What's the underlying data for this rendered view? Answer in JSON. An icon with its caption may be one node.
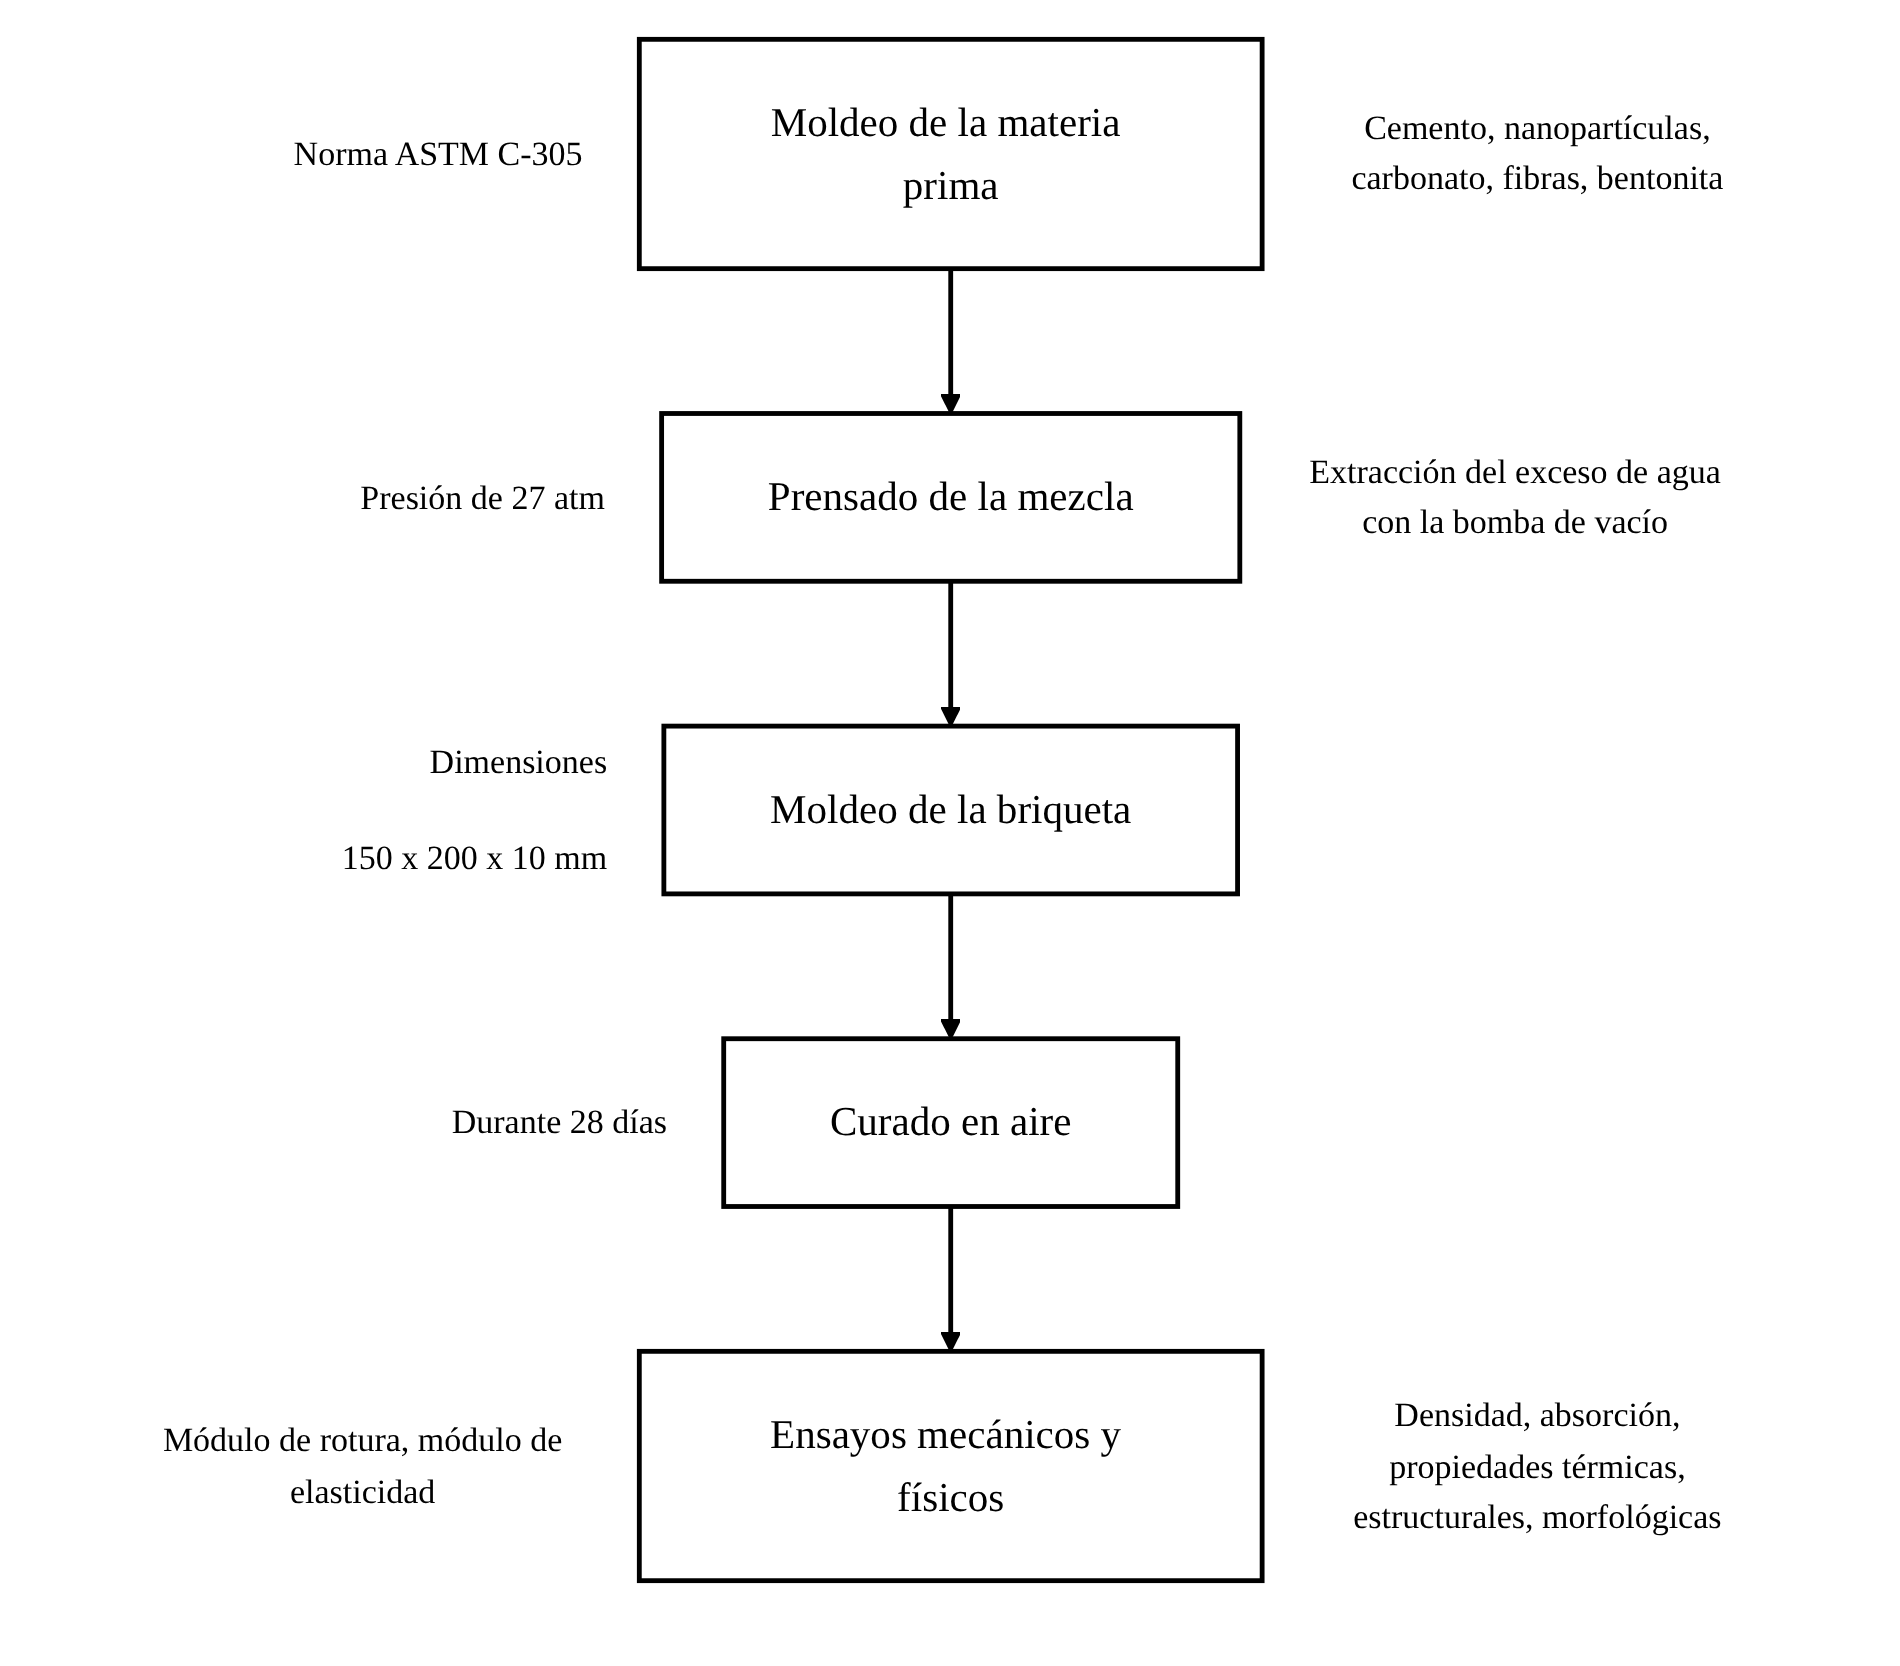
{
  "diagram": {
    "nodes": [
      {
        "text": [
          "Moldeo de la materia prima"
        ],
        "beside": [
          "Norma ASTM C-305",
          "Cemento, nanopartículas, carbonato, fibras, bentonita"
        ]
      },
      {
        "text": [
          "Prensado de la mezcla"
        ],
        "beside": [
          "Presión de 27 atm",
          "Extracción del exceso de agua con la bomba de vacío"
        ]
      },
      {
        "text": [
          "Moldeo de la briqueta"
        ],
        "beside": [
          "Dimensiones",
          "150 x 200 x 10 mm"
        ]
      },
      {
        "text": [
          "Curado en aire"
        ],
        "beside": [
          "Durante 28 días"
        ]
      },
      {
        "text": [
          "Ensayos mecánicos y físicos"
        ],
        "beside": [
          "Módulo de rotura, módulo de elasticidad",
          "Densidad, absorción, propiedades térmicas, estructurales, morfológicas"
        ]
      }
    ],
    "edges": [
      {
        "from": 0,
        "to": 1,
        "arrow": "to"
      },
      {
        "from": 1,
        "to": 2,
        "arrow": "to"
      },
      {
        "from": 2,
        "to": 3,
        "arrow": "to"
      },
      {
        "from": 3,
        "to": 4,
        "arrow": "to"
      }
    ]
  }
}
